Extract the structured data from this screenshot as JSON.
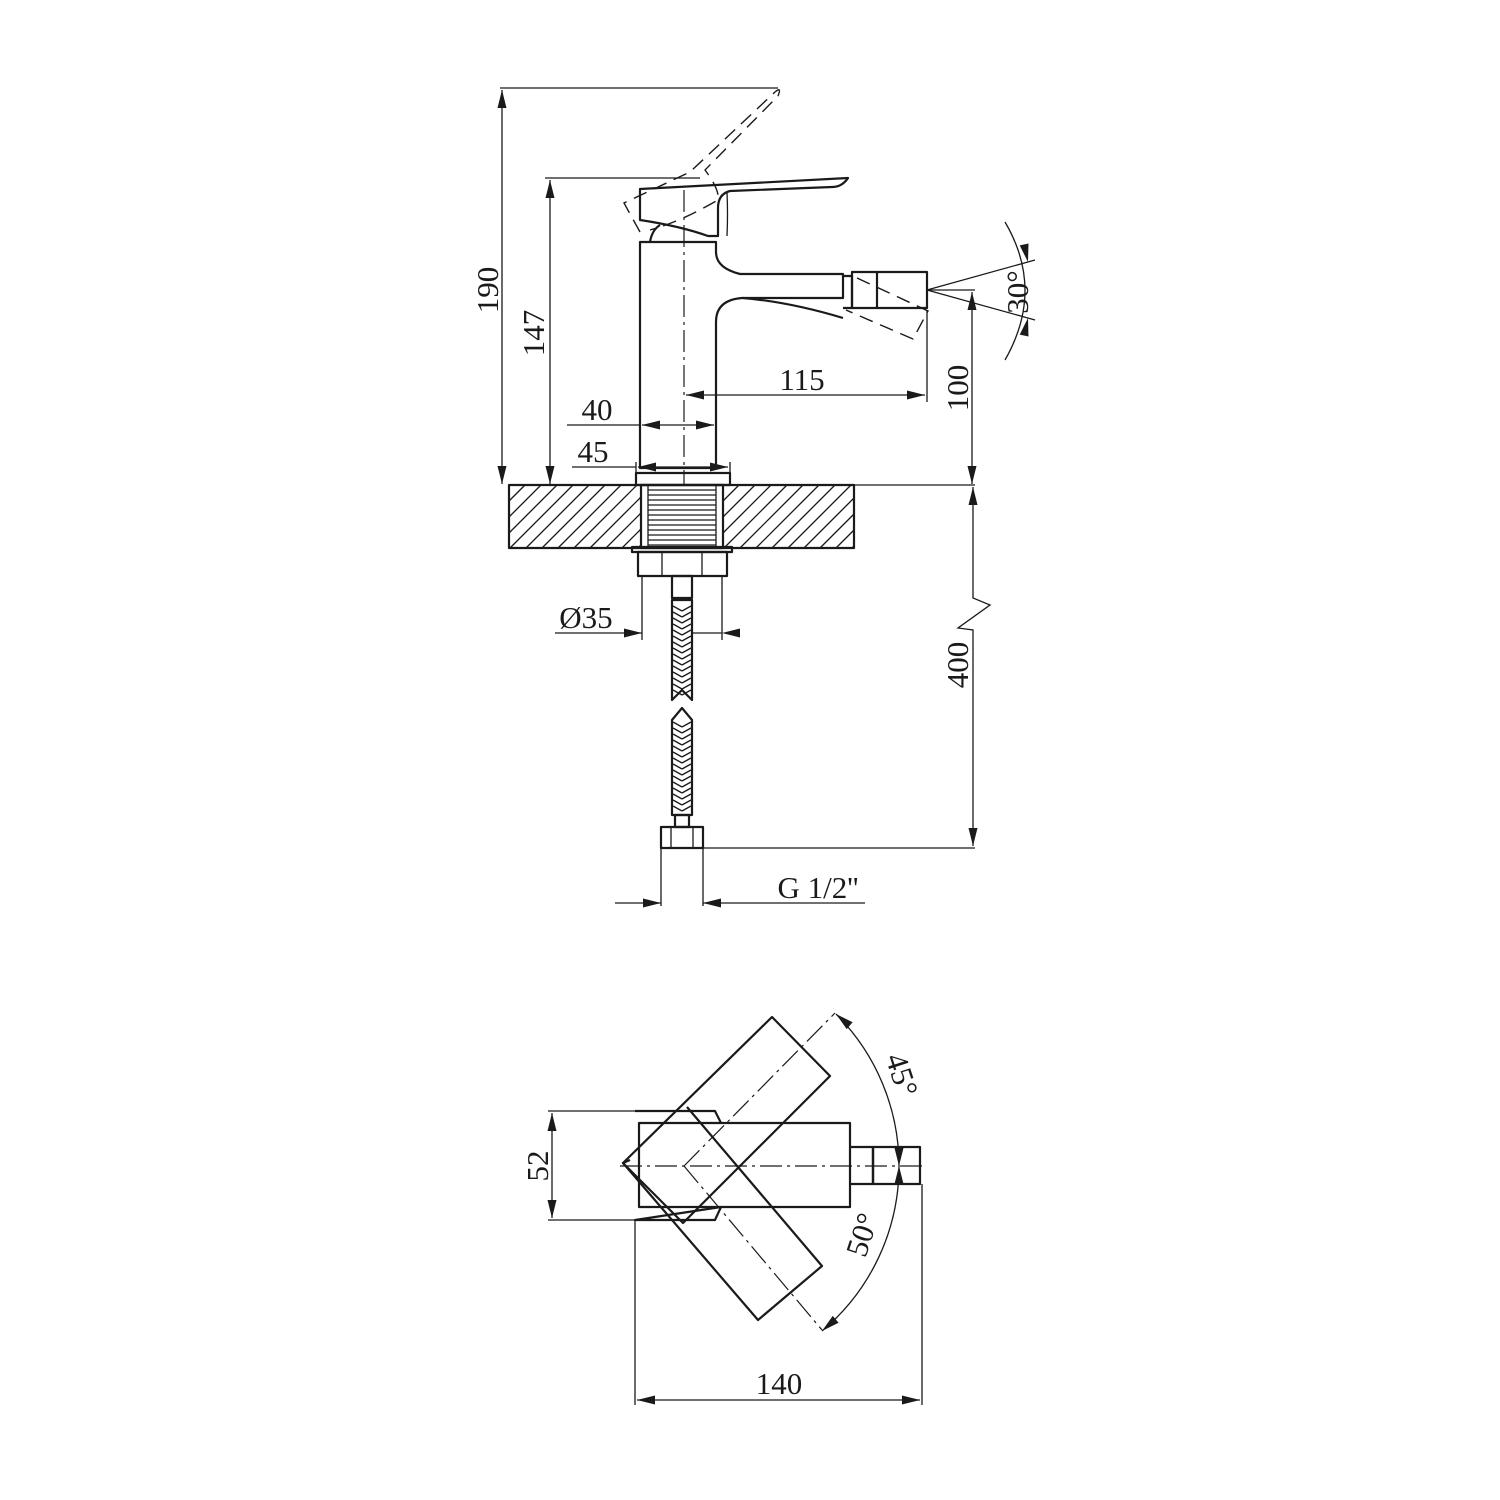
{
  "drawing": {
    "side_view": {
      "overall_height_lever_up": "190",
      "height_to_lever": "147",
      "spout_height": "100",
      "spout_reach": "115",
      "body_width": "40",
      "base_width": "45",
      "nozzle_tilt": "30°",
      "shank_diameter": "Ø35",
      "hose_length": "400",
      "hose_connection": "G 1/2''"
    },
    "top_view": {
      "base_depth": "52",
      "overall_length": "140",
      "lever_rotation_left": "45°",
      "lever_rotation_right": "50°"
    },
    "stroke_color": "#1a1a1a"
  }
}
